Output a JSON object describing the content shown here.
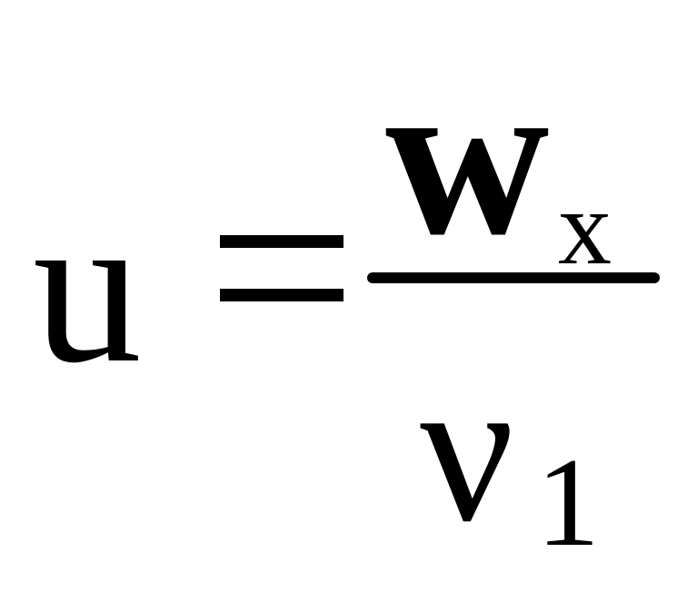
{
  "formula": {
    "lhs": "u",
    "equals": "=",
    "numerator": {
      "base": "w",
      "subscript": "x"
    },
    "denominator": {
      "base": "ν",
      "subscript": "1"
    }
  }
}
